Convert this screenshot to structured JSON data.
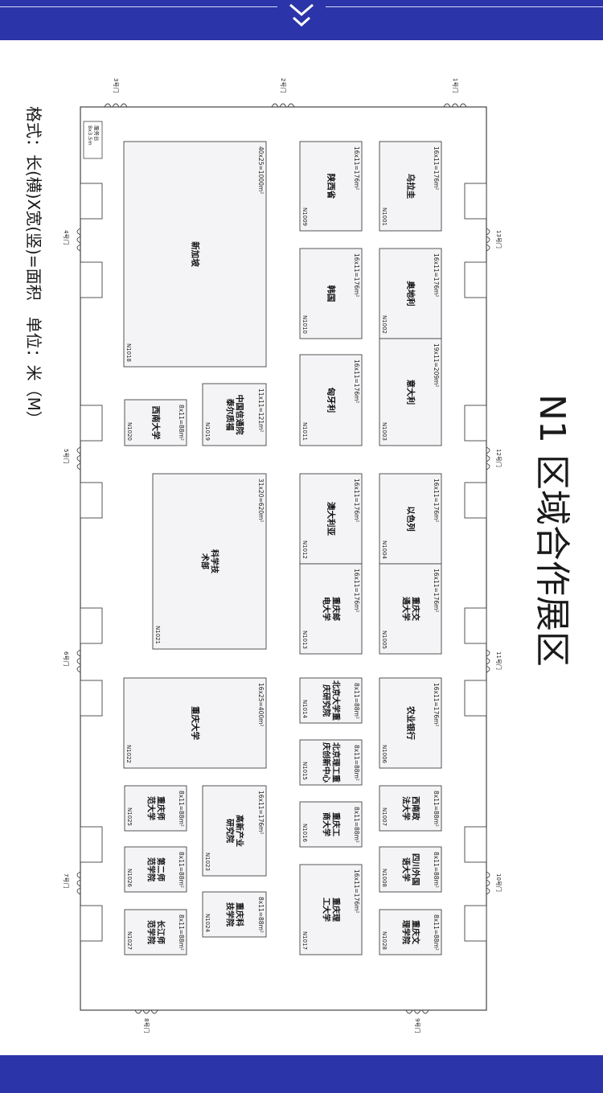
{
  "title": "N1 区域合作展区",
  "format_note": "格式：长(横)X宽(竖)=面积　单位：米（M）",
  "service_desk": {
    "label": "服务台",
    "dims": "8x3.5m"
  },
  "colors": {
    "band": "#2b34a8",
    "band_line": "#d7dbff",
    "booth_fill": "#f4f4f6",
    "stroke": "#444444"
  },
  "gates": [
    "1号门",
    "2号门",
    "3号门",
    "4号门",
    "5号门",
    "6号门",
    "7号门",
    "8号门",
    "9号门",
    "10号门",
    "11号门",
    "12号门",
    "13号门"
  ],
  "booths": [
    {
      "id": "N1001",
      "name": "乌拉圭",
      "dims": "16x11=176m²"
    },
    {
      "id": "N1002",
      "name": "奥地利",
      "dims": "16x11=176m²"
    },
    {
      "id": "N1003",
      "name": "意大利",
      "dims": "19x11=209m²"
    },
    {
      "id": "N1004",
      "name": "以色列",
      "dims": "16x11=176m²"
    },
    {
      "id": "N1005",
      "name": "重庆交通大学",
      "dims": "16x11=176m²"
    },
    {
      "id": "N1006",
      "name": "农业银行",
      "dims": "16x11=176m²"
    },
    {
      "id": "N1007",
      "name": "西南政法大学",
      "dims": "8x11=88m²"
    },
    {
      "id": "N1008",
      "name": "四川外国语大学",
      "dims": "8x11=88m²"
    },
    {
      "id": "N1009",
      "name": "陕西省",
      "dims": "16x11=176m²"
    },
    {
      "id": "N1010",
      "name": "韩国",
      "dims": "16x11=176m²"
    },
    {
      "id": "N1011",
      "name": "匈牙利",
      "dims": "16x11=176m²"
    },
    {
      "id": "N1012",
      "name": "澳大利亚",
      "dims": "16x11=176m²"
    },
    {
      "id": "N1013",
      "name": "重庆邮电大学",
      "dims": "16x11=176m²"
    },
    {
      "id": "N1014",
      "name": "北京大学重庆研究院",
      "dims": "8x11=88m²"
    },
    {
      "id": "N1015",
      "name": "北京理工重庆创新中心",
      "dims": "8x11=88m²"
    },
    {
      "id": "N1016",
      "name": "重庆工商大学",
      "dims": "8x11=88m²"
    },
    {
      "id": "N1017",
      "name": "重庆理工大学",
      "dims": "16x11=176m²"
    },
    {
      "id": "N1018",
      "name": "新加坡",
      "dims": "40x25=1000m²"
    },
    {
      "id": "N1019",
      "name": "中国信通院泰尔质福",
      "dims": "11x11=121m²"
    },
    {
      "id": "N1020",
      "name": "西南大学",
      "dims": "8x11=88m²"
    },
    {
      "id": "N1021",
      "name": "科学技术部",
      "dims": "31x20=620m²"
    },
    {
      "id": "N1022",
      "name": "重庆大学",
      "dims": "16x25=400m²"
    },
    {
      "id": "N1023",
      "name": "高新产业研究院",
      "dims": "16x11=176m²"
    },
    {
      "id": "N1024",
      "name": "重庆科技学院",
      "dims": "8x11=88m²"
    },
    {
      "id": "N1025",
      "name": "重庆师范大学",
      "dims": "8x11=88m²"
    },
    {
      "id": "N1026",
      "name": "第二师范学院",
      "dims": "8x11=88m²"
    },
    {
      "id": "N1027",
      "name": "长江师范学院",
      "dims": "8x11=88m²"
    },
    {
      "id": "N1028",
      "name": "重庆文理学院",
      "dims": "8x11=88m²"
    }
  ]
}
